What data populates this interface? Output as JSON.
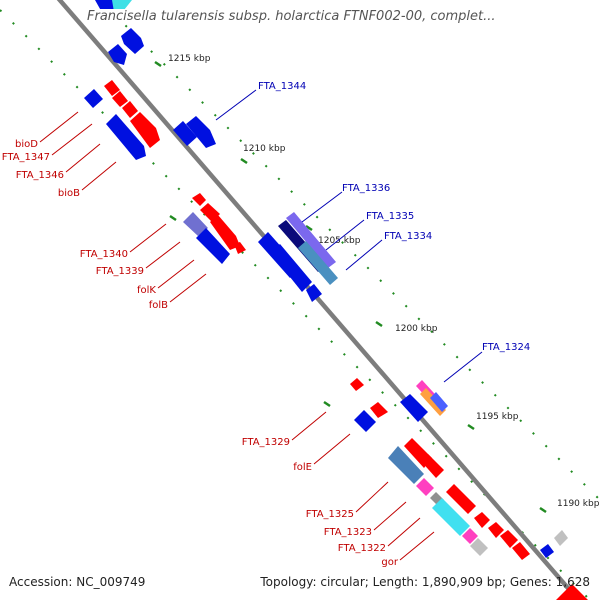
{
  "title": "Francisella tularensis subsp. holarctica FTNF002-00, complet...",
  "footer": {
    "accession": "Accession: NC_009749",
    "topology": "Topology: circular; Length: 1,890,909 bp; Genes: 1,628"
  },
  "colors": {
    "backbone": "#808080",
    "forward_cds": "#ff0000",
    "reverse_cds": "#0000ff",
    "label_left": "#c00000",
    "label_right": "#0000b4",
    "tick_marks": "#228b22"
  },
  "ticks": [
    "1215 kbp",
    "1210 kbp",
    "1205 kbp",
    "1200 kbp",
    "1195 kbp",
    "1190 kbp"
  ],
  "left_labels": [
    "bioD",
    "FTA_1347",
    "FTA_1346",
    "bioB",
    "FTA_1340",
    "FTA_1339",
    "folK",
    "folB",
    "FTA_1329",
    "folE",
    "FTA_1325",
    "FTA_1323",
    "FTA_1322",
    "gor"
  ],
  "right_labels": [
    "FTA_1344",
    "FTA_1336",
    "FTA_1335",
    "FTA_1334",
    "FTA_1324"
  ]
}
